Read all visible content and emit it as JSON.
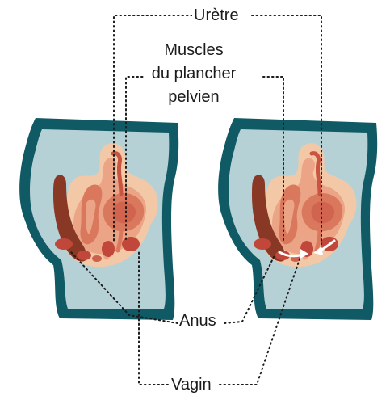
{
  "labels": {
    "uretre": "Urètre",
    "muscles_line1": "Muscles",
    "muscles_line2": "du plancher",
    "muscles_line3": "pelvien",
    "anus": "Anus",
    "vagin": "Vagin"
  },
  "colors": {
    "frame_outer": "#0f5a64",
    "frame_inner": "#b6d1d6",
    "tissue_light": "#f3c8a6",
    "tissue_mid": "#eba486",
    "tissue_dark": "#d9785d",
    "organ_deep": "#c85441",
    "rectum": "#8a3826",
    "sphincter": "#c0473a",
    "arrow": "#ffffff",
    "leader": "#1b1b1b"
  },
  "panels": [
    {
      "name": "relaxed",
      "arrows": false
    },
    {
      "name": "contracted",
      "arrows": true
    }
  ]
}
